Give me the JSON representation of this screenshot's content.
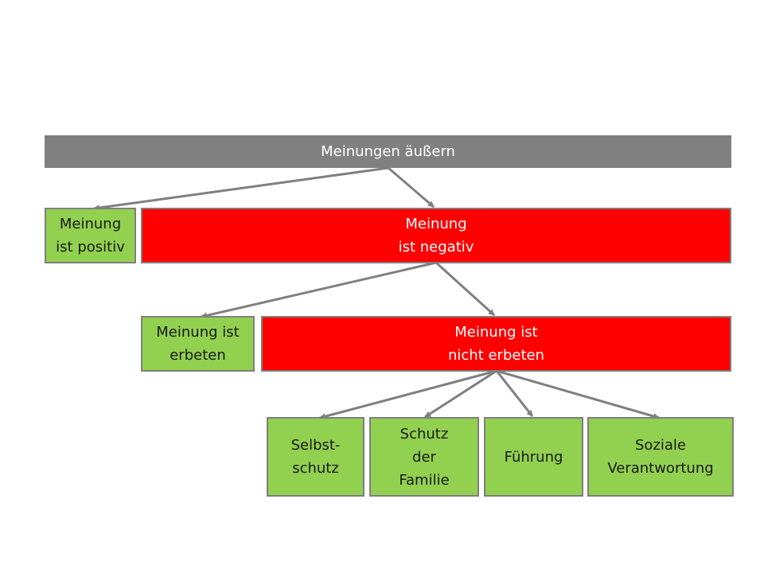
{
  "diagram": {
    "colors": {
      "root": "#808080",
      "negative": "#ff0000",
      "positive": "#92d050",
      "border": "#7f7f7f",
      "arrow": "#7f7f7f"
    },
    "nodes": {
      "root": "Meinungen äußern",
      "positive": "Meinung\nist positiv",
      "negative": "Meinung\nist negativ",
      "requested": "Meinung ist\nerbeten",
      "not_requested": "Meinung ist\nnicht erbeten",
      "self_protection": "Selbst-\nschutz",
      "family_protection": "Schutz\nder\nFamilie",
      "leadership": "Führung",
      "social_responsibility": "Soziale\nVerantwortung"
    },
    "edges": [
      [
        "root",
        "positive"
      ],
      [
        "root",
        "negative"
      ],
      [
        "negative",
        "requested"
      ],
      [
        "negative",
        "not_requested"
      ],
      [
        "not_requested",
        "self_protection"
      ],
      [
        "not_requested",
        "family_protection"
      ],
      [
        "not_requested",
        "leadership"
      ],
      [
        "not_requested",
        "social_responsibility"
      ]
    ]
  }
}
